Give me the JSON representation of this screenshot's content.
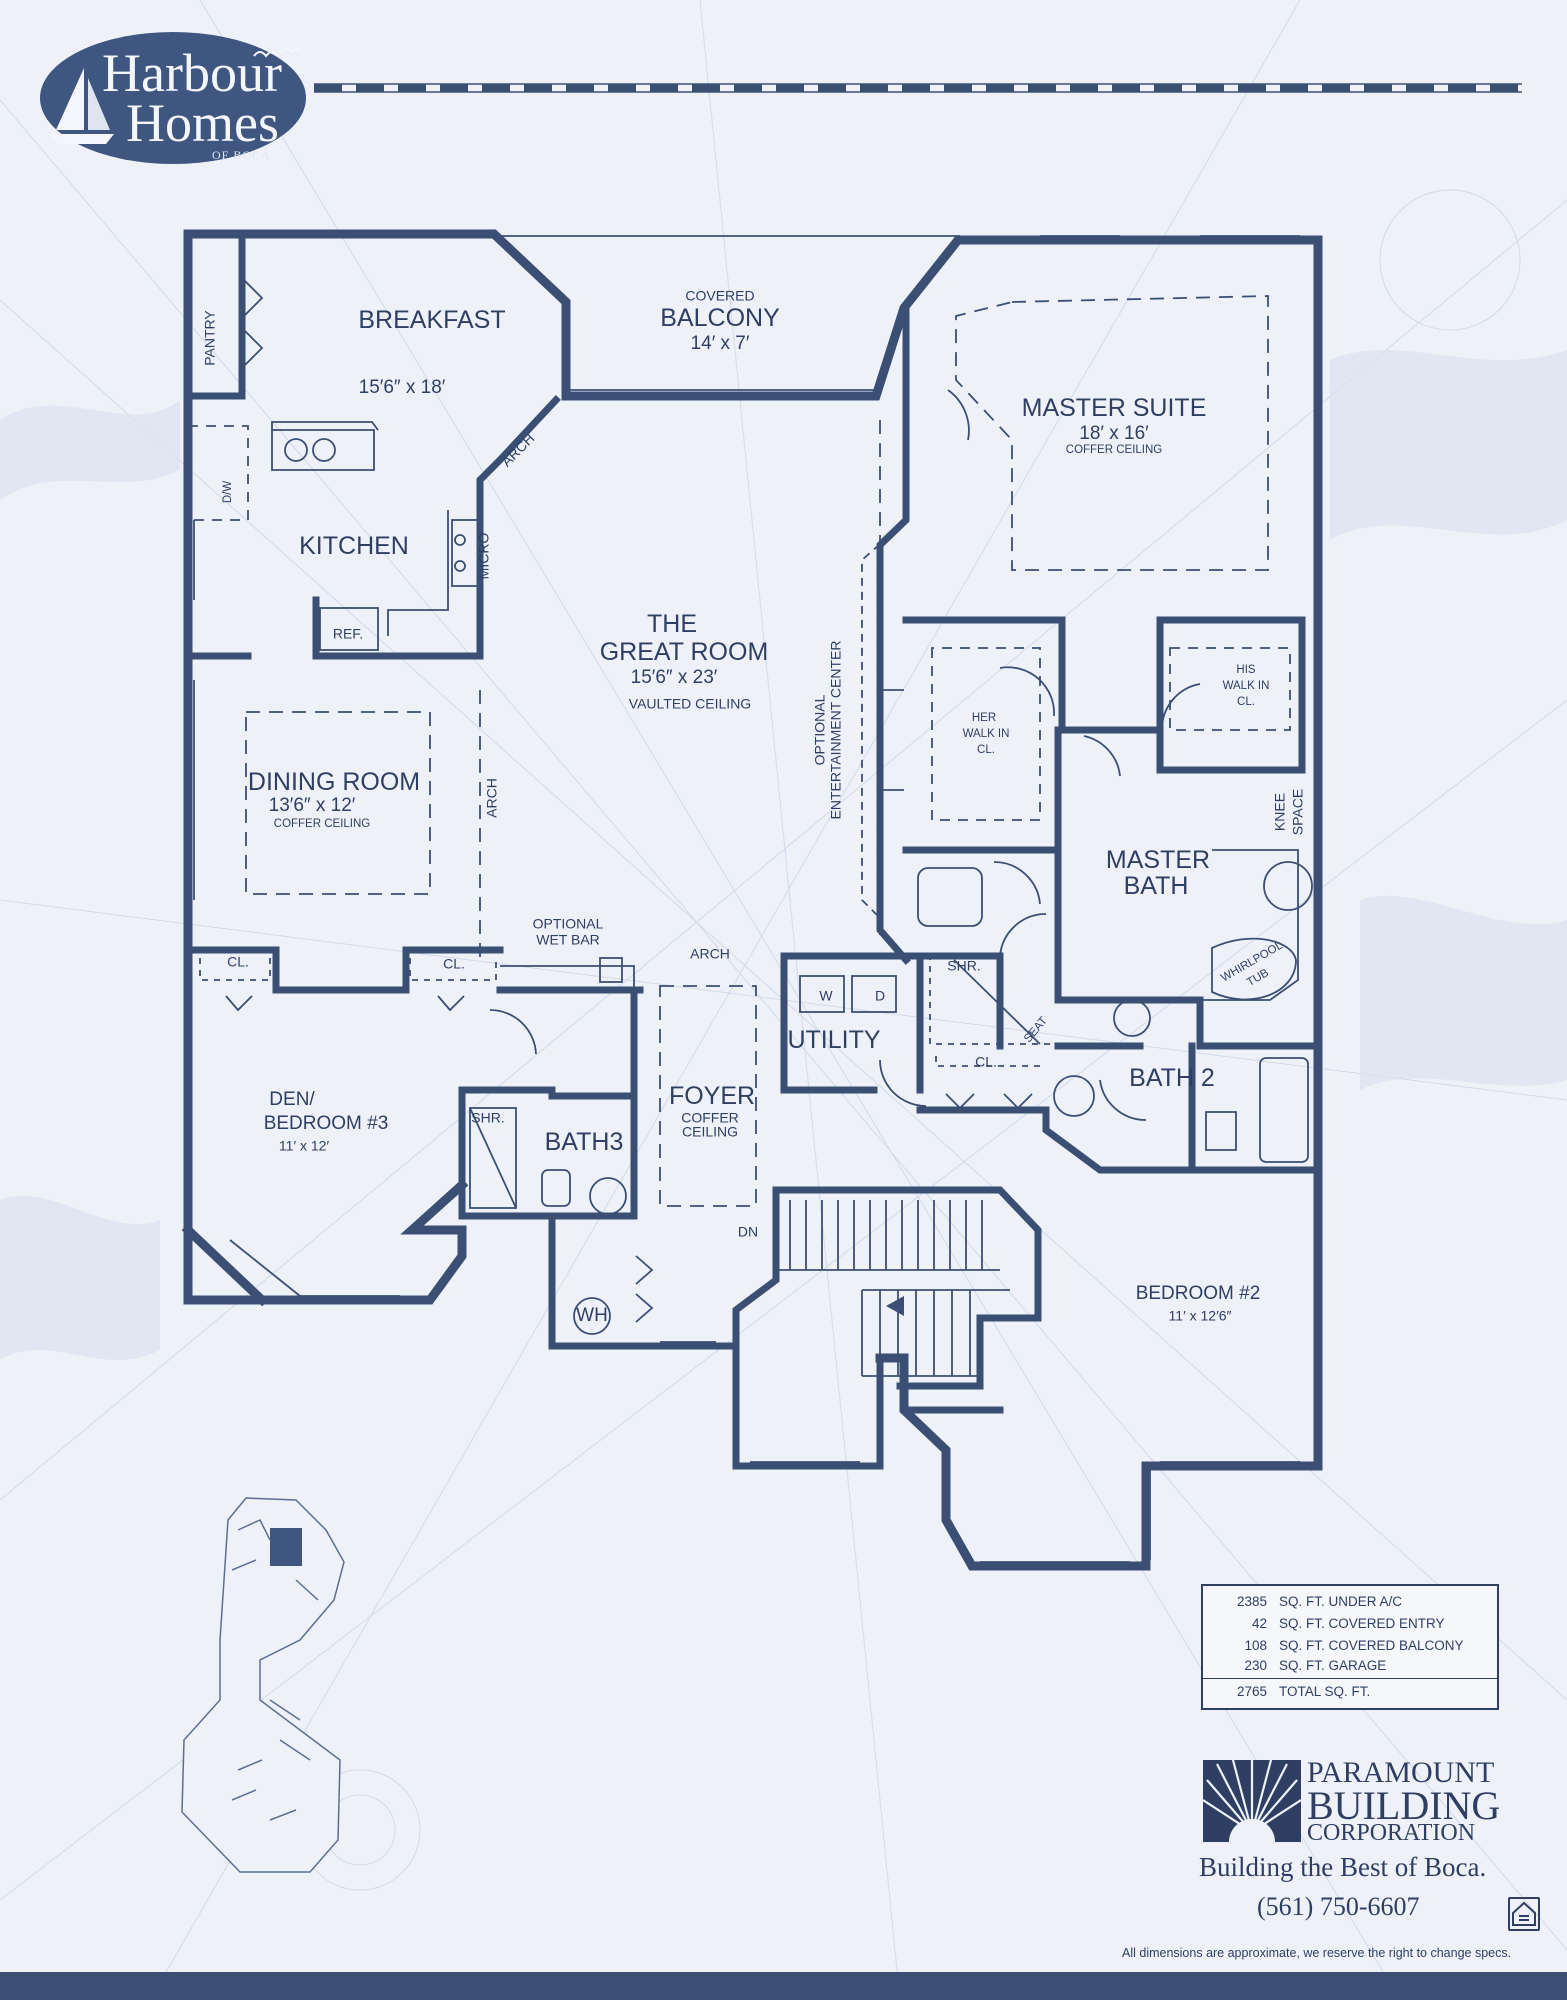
{
  "branding": {
    "logo_line1": "Harbour",
    "logo_line2": "Homes",
    "logo_line3": "OF BOCA"
  },
  "rooms": {
    "pantry": "PANTRY",
    "breakfast": {
      "name": "BREAKFAST",
      "dims": "15′6″ x 18′"
    },
    "balcony": {
      "note": "COVERED",
      "name": "BALCONY",
      "dims": "14′ x 7′"
    },
    "master_suite": {
      "name": "MASTER SUITE",
      "dims": "18′ x 16′",
      "note": "COFFER CEILING"
    },
    "kitchen": "KITCHEN",
    "dw": "D/W",
    "micro": "MICRO",
    "ref": "REF.",
    "great_room": {
      "line1": "THE",
      "line2": "GREAT ROOM",
      "dims": "15′6″ x 23′",
      "note": "VAULTED CEILING"
    },
    "entertainment": {
      "line1": "OPTIONAL",
      "line2": "ENTERTAINMENT CENTER"
    },
    "arch_kitchen": "ARCH",
    "arch_dining": "ARCH",
    "arch_foyer": "ARCH",
    "dining": {
      "name": "DINING ROOM",
      "dims": "13′6″ x 12′",
      "note": "COFFER CEILING"
    },
    "her_walkin": {
      "l1": "HER",
      "l2": "WALK IN",
      "l3": "CL."
    },
    "his_walkin": {
      "l1": "HIS",
      "l2": "WALK IN",
      "l3": "CL."
    },
    "master_bath": {
      "l1": "MASTER",
      "l2": "BATH"
    },
    "knee_space": {
      "l1": "KNEE",
      "l2": "SPACE"
    },
    "whirlpool": {
      "l1": "WHIRLPOOL",
      "l2": "TUB"
    },
    "seat": "SEAT",
    "shr_master": "SHR.",
    "wet_bar": {
      "l1": "OPTIONAL",
      "l2": "WET BAR"
    },
    "closet_left": "CL.",
    "closet_mid": "CL.",
    "closet_bath2": "CL.",
    "washer": "W",
    "dryer": "D",
    "utility": "UTILITY",
    "den": {
      "l1": "DEN/",
      "l2": "BEDROOM #3",
      "dims": "11′ x 12′"
    },
    "shr_bath3": "SHR.",
    "bath3": "BATH3",
    "foyer": {
      "name": "FOYER",
      "l1": "COFFER",
      "l2": "CEILING"
    },
    "bath2": "BATH 2",
    "dn": "DN",
    "wh": "WH",
    "bedroom2": {
      "name": "BEDROOM #2",
      "dims": "11′ x 12′6″"
    }
  },
  "area_table": {
    "rows": [
      {
        "value": "2385",
        "label": "SQ. FT. UNDER A/C"
      },
      {
        "value": "42",
        "label": "SQ. FT. COVERED ENTRY"
      },
      {
        "value": "108",
        "label": "SQ. FT. COVERED BALCONY"
      },
      {
        "value": "230",
        "label": "SQ. FT. GARAGE"
      }
    ],
    "total": {
      "value": "2765",
      "label": "TOTAL SQ. FT."
    }
  },
  "builder": {
    "line1": "PARAMOUNT",
    "line2": "BUILDING",
    "line3": "CORPORATION",
    "slogan": "Building the Best of Boca.",
    "phone": "(561) 750-6607"
  },
  "disclaimer": "All dimensions are approximate, we reserve the right to change specs."
}
